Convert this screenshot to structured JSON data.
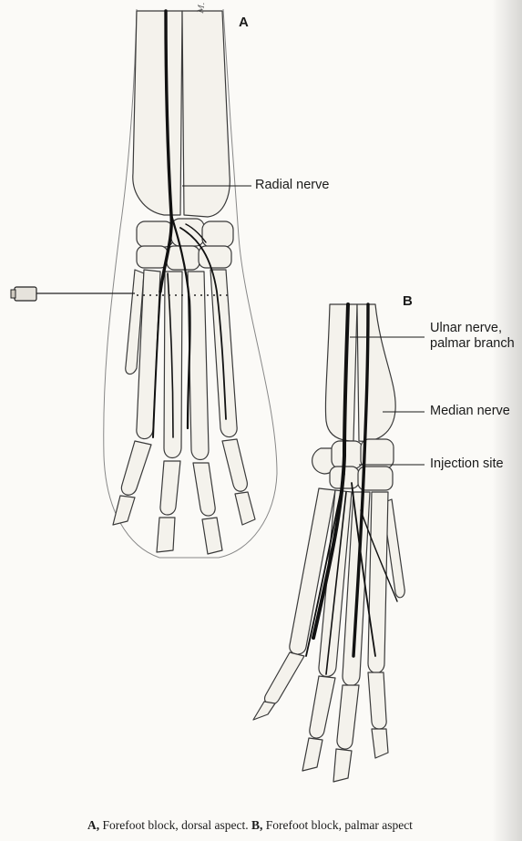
{
  "panels": {
    "a": {
      "letter": "A",
      "labels": {
        "radial": "Radial nerve"
      }
    },
    "b": {
      "letter": "B",
      "labels": {
        "ulnar_line1": "Ulnar nerve,",
        "ulnar_line2": "palmar branch",
        "median": "Median nerve",
        "injection": "Injection site"
      }
    }
  },
  "caption": {
    "a_letter": "A,",
    "a_text": " Forefoot block, dorsal aspect. ",
    "b_letter": "B,",
    "b_text": " Forefoot block, palmar aspect"
  },
  "colors": {
    "ink": "#1a1a1a",
    "bone_fill": "#f4f2ec",
    "nerve": "#111111",
    "paper": "#fbfaf7"
  },
  "icons": {
    "needle": "syringe-needle-icon"
  }
}
